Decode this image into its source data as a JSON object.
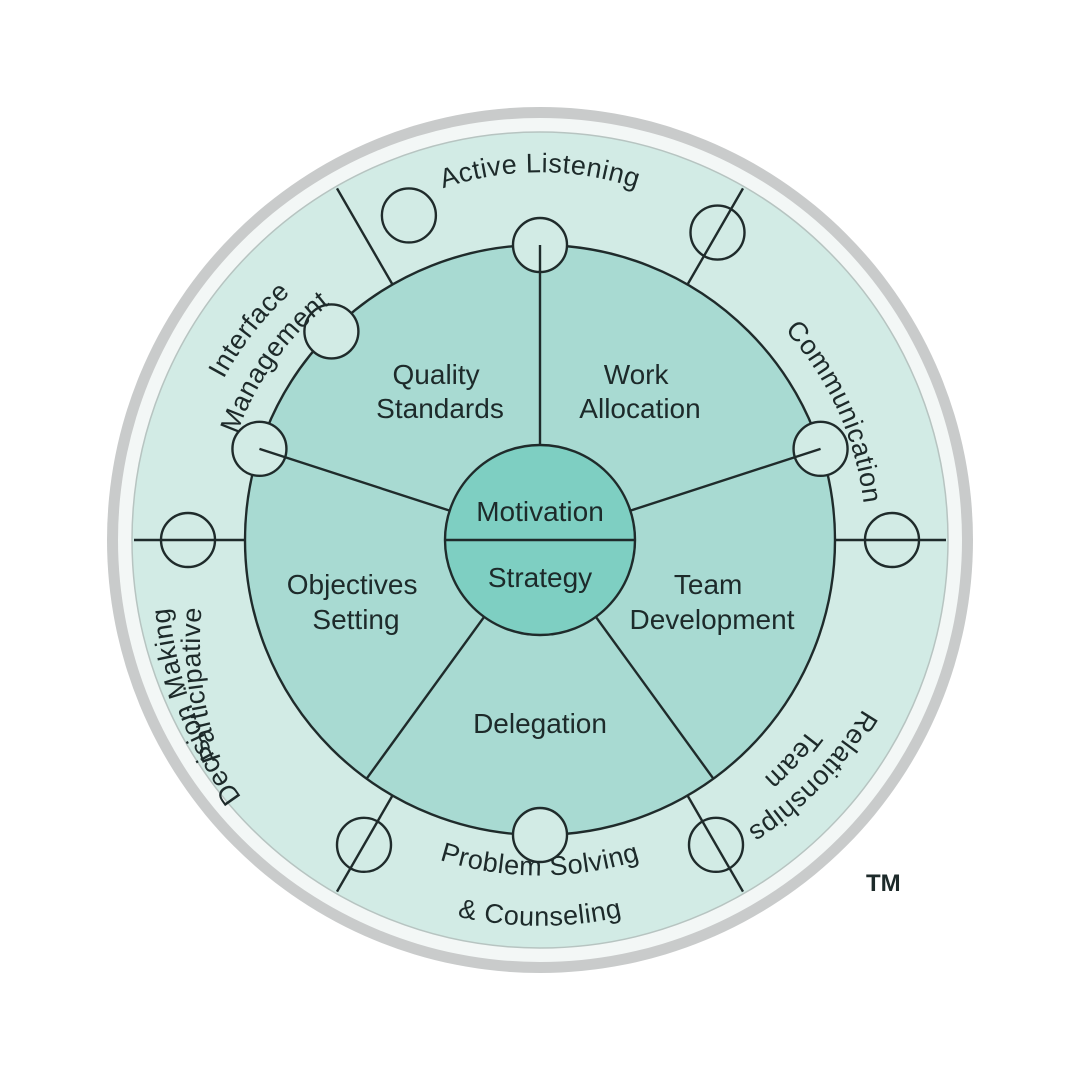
{
  "diagram": {
    "core": {
      "top": "Motivation",
      "bottom": "Strategy"
    },
    "inner_segments": [
      {
        "lines": [
          "Quality",
          "Standards"
        ]
      },
      {
        "lines": [
          "Work",
          "Allocation"
        ]
      },
      {
        "lines": [
          "Team",
          "Development"
        ]
      },
      {
        "lines": [
          "Delegation"
        ]
      },
      {
        "lines": [
          "Objectives",
          "Setting"
        ]
      }
    ],
    "outer_segments": [
      {
        "lines": [
          "Active Listening"
        ]
      },
      {
        "lines": [
          "Communication"
        ]
      },
      {
        "lines": [
          "Team",
          "Relationships"
        ]
      },
      {
        "lines": [
          "Problem Solving",
          "& Counseling"
        ]
      },
      {
        "lines": [
          "Participative",
          "Decision Making"
        ]
      },
      {
        "lines": [
          "Interface",
          "Management"
        ]
      }
    ],
    "trademark": "TM"
  },
  "colors": {
    "outer_ring": "#d2ebe5",
    "inner_disc": "#a8dad2",
    "core": "#7ecfc2",
    "border_gray": "#c9cbcb",
    "line": "#1f2b2b"
  }
}
